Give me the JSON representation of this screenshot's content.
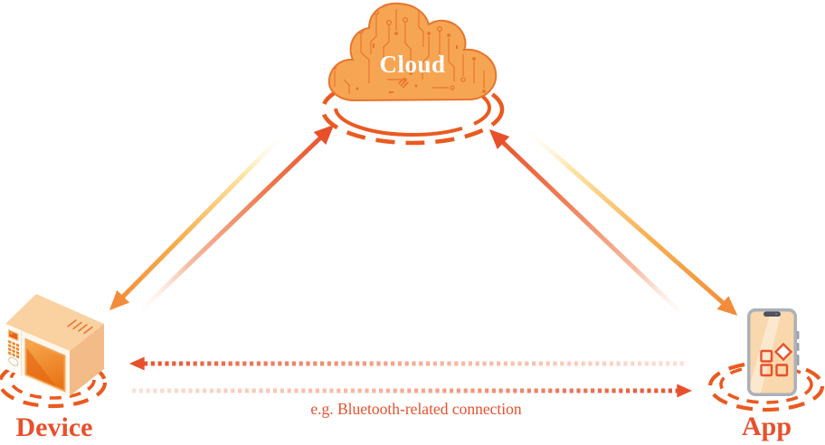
{
  "labels": {
    "cloud": "Cloud",
    "device": "Device",
    "app": "App",
    "connection": "e.g. Bluetooth-related connection"
  },
  "icons": {
    "cloud": "cloud-circuit-icon",
    "device": "microwave-icon",
    "app": "smartphone-icon"
  },
  "colors": {
    "accent_red": "#E8502C",
    "accent_orange": "#F28C3A",
    "ring_orange": "#EA5A1F",
    "cloud_fill": "#F6A553",
    "circuit_trace": "#E8742F",
    "device_top": "#FAD2A2",
    "device_side": "#F2BB88",
    "device_front": "#FEF6EA",
    "oven_window": "#EF7D1A",
    "phone_frame": "#ABB1B9",
    "phone_screen": "#F9D8AD",
    "background": "#FFFFFF"
  }
}
